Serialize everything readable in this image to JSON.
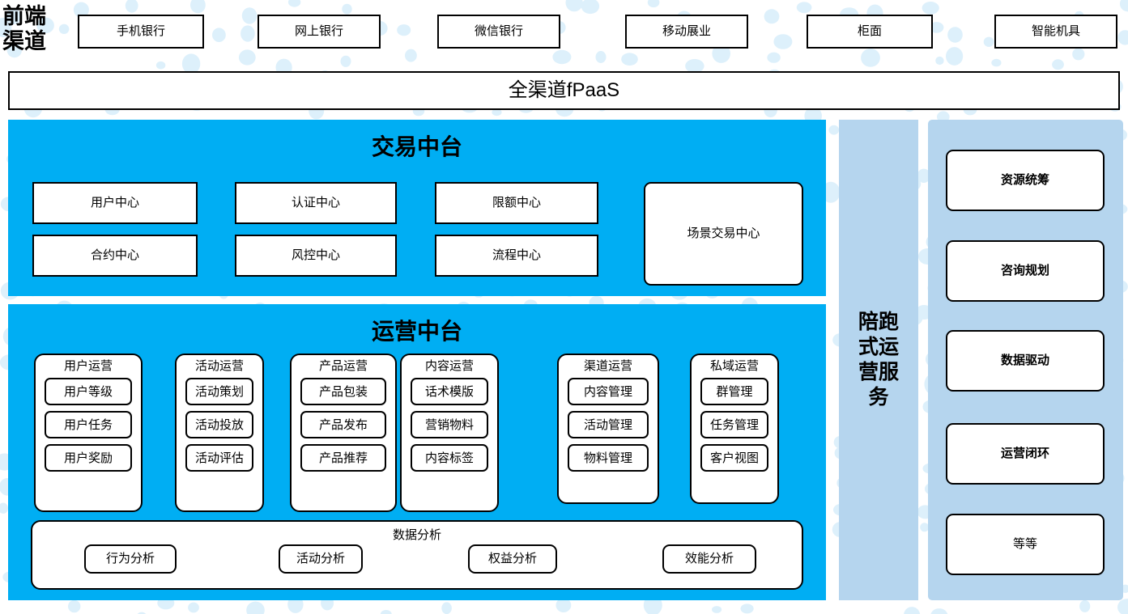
{
  "colors": {
    "platform_cyan": "#00AEF3",
    "accompany_blue": "#B5D5EE",
    "node_fill": "#FFFFFF",
    "stroke": "#000000",
    "dot_blue": "#DDF0FB"
  },
  "front_channel": {
    "label_line1": "前端",
    "label_line2": "渠道",
    "channels": [
      {
        "label": "手机银行"
      },
      {
        "label": "网上银行"
      },
      {
        "label": "微信银行"
      },
      {
        "label": "移动展业"
      },
      {
        "label": "柜面"
      },
      {
        "label": "智能机具"
      }
    ]
  },
  "fpaas_bar": {
    "label": "全渠道fPaaS"
  },
  "trade_platform": {
    "title": "交易中台",
    "nodes": [
      {
        "label": "用户中心"
      },
      {
        "label": "认证中心"
      },
      {
        "label": "限额中心"
      },
      {
        "label": "合约中心"
      },
      {
        "label": "风控中心"
      },
      {
        "label": "流程中心"
      }
    ],
    "wide_node": {
      "label": "场景交易中心"
    }
  },
  "operation_platform": {
    "title": "运营中台",
    "groups": [
      {
        "head": "用户运营",
        "items": [
          "用户等级",
          "用户任务",
          "用户奖励"
        ]
      },
      {
        "head": "活动运营",
        "items": [
          "活动策划",
          "活动投放",
          "活动评估"
        ]
      },
      {
        "head": "产品运营",
        "items": [
          "产品包装",
          "产品发布",
          "产品推荐"
        ]
      },
      {
        "head": "内容运营",
        "items": [
          "话术模版",
          "营销物料",
          "内容标签"
        ]
      },
      {
        "head": "渠道运营",
        "items": [
          "内容管理",
          "活动管理",
          "物料管理"
        ]
      },
      {
        "head": "私域运营",
        "items": [
          "群管理",
          "任务管理",
          "客户视图"
        ]
      }
    ],
    "data_analysis": {
      "title": "数据分析",
      "items": [
        "行为分析",
        "活动分析",
        "权益分析",
        "效能分析"
      ]
    }
  },
  "accompany_column": {
    "label": "陪跑式运营服务"
  },
  "service_panel": {
    "items": [
      {
        "label": "资源统筹",
        "bold": true
      },
      {
        "label": "咨询规划",
        "bold": true
      },
      {
        "label": "数据驱动",
        "bold": true
      },
      {
        "label": "运营闭环",
        "bold": true
      },
      {
        "label": "等等",
        "bold": false
      }
    ]
  }
}
